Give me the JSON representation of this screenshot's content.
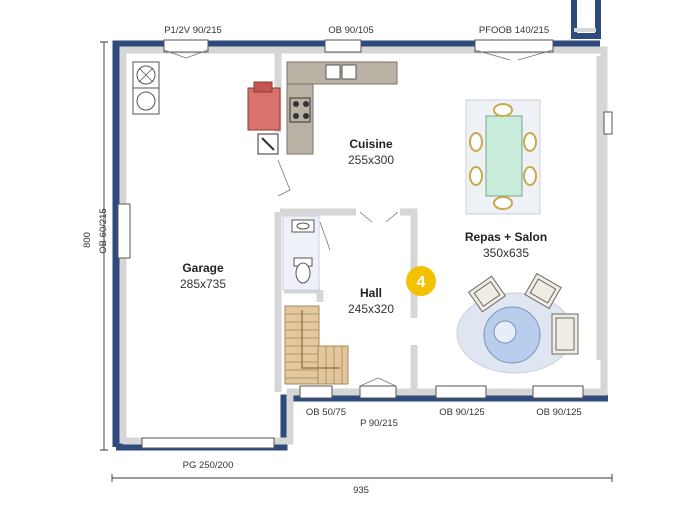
{
  "rooms": {
    "cuisine": {
      "name": "Cuisine",
      "size": "255x300"
    },
    "garage": {
      "name": "Garage",
      "size": "285x735"
    },
    "hall": {
      "name": "Hall",
      "size": "245x320"
    },
    "repas_salon": {
      "name": "Repas + Salon",
      "size": "350x635"
    }
  },
  "openings": {
    "top_left": "P1/2V 90/215",
    "top_mid": "OB 90/105",
    "top_right": "PFOOB 140/215",
    "left": "OB 60/215",
    "bottom_garage": "PG 250/200",
    "bottom_wc": "OB 50/75",
    "bottom_entry": "P 90/215",
    "bottom_salon_1": "OB 90/125",
    "bottom_salon_2": "OB 90/125"
  },
  "dimensions": {
    "height": "800",
    "width": "935"
  },
  "badge": "4",
  "colors": {
    "exterior_wall": "#2f4a7d",
    "interior_wall": "#d6d6d6",
    "badge": "#f2c200",
    "table_fill": "#c8ecd9",
    "round_table": "#b9cdec",
    "rug": "#dfe6f2"
  }
}
